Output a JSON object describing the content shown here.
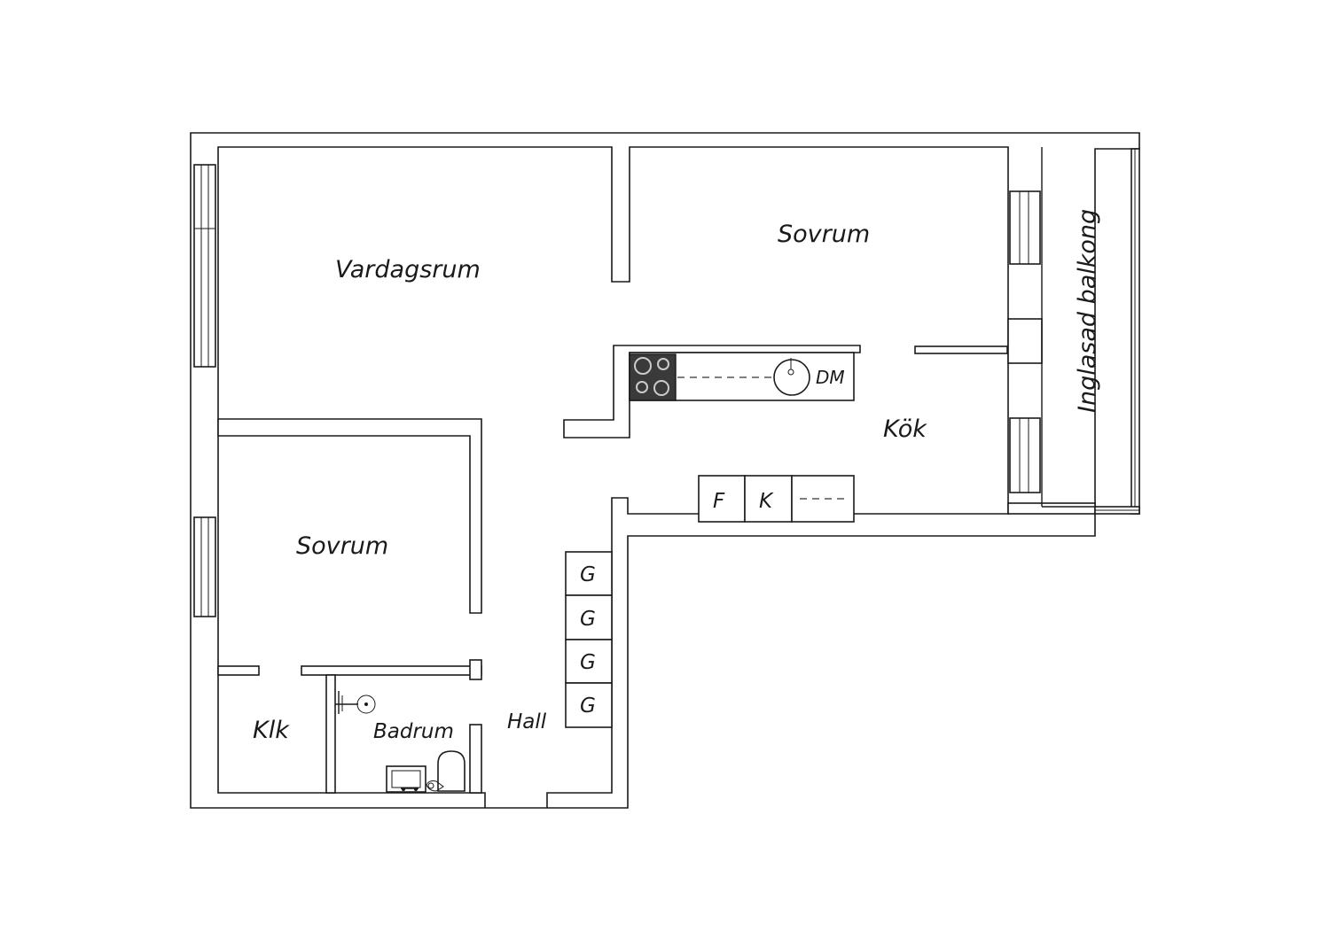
{
  "rooms": {
    "vardagsrum": "Vardagsrum",
    "sovrum_1": "Sovrum",
    "sovrum_2": "Sovrum",
    "kok": "Kök",
    "balkong": "Inglasad balkong",
    "hall": "Hall",
    "badrum": "Badrum",
    "klk": "Klk"
  },
  "fixtures": {
    "dishwasher": "DM",
    "fridge": "F",
    "freezer": "K",
    "wardrobes": [
      "G",
      "G",
      "G",
      "G"
    ]
  },
  "colors": {
    "line": "#1a1a1a",
    "stove": "#3a3a3a",
    "background": "#ffffff"
  }
}
